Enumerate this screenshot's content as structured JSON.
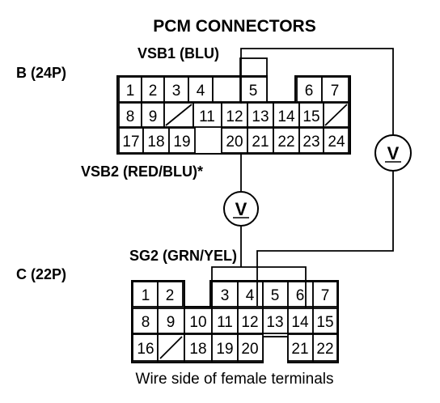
{
  "title": "PCM CONNECTORS",
  "labels": {
    "vsb1": "VSB1 (BLU)",
    "vsb2": "VSB2 (RED/BLU)*",
    "sg2": "SG2 (GRN/YEL)",
    "connector_b": "B (24P)",
    "connector_c": "C (22P)",
    "caption": "Wire side of female terminals"
  },
  "connector_b": {
    "rows": [
      [
        "1",
        "2",
        "3",
        "4",
        "5",
        "",
        "6",
        "7"
      ],
      [
        "8",
        "9",
        "/",
        "11",
        "12",
        "13",
        "14",
        "15",
        "/"
      ],
      [
        "17",
        "18",
        "19",
        "",
        "20",
        "21",
        "22",
        "23",
        "24"
      ]
    ]
  },
  "connector_c": {
    "rows": [
      [
        "1",
        "2",
        "",
        "3",
        "4",
        "5",
        "6",
        "7"
      ],
      [
        "8",
        "9",
        "10",
        "11",
        "12",
        "13",
        "14",
        "15"
      ],
      [
        "16",
        "/",
        "18",
        "19",
        "20",
        "",
        "21",
        "22"
      ]
    ]
  },
  "meters": [
    {
      "name": "voltmeter-vsb2-sg2",
      "symbol": "V"
    },
    {
      "name": "voltmeter-vsb1-sg2",
      "symbol": "V"
    }
  ]
}
